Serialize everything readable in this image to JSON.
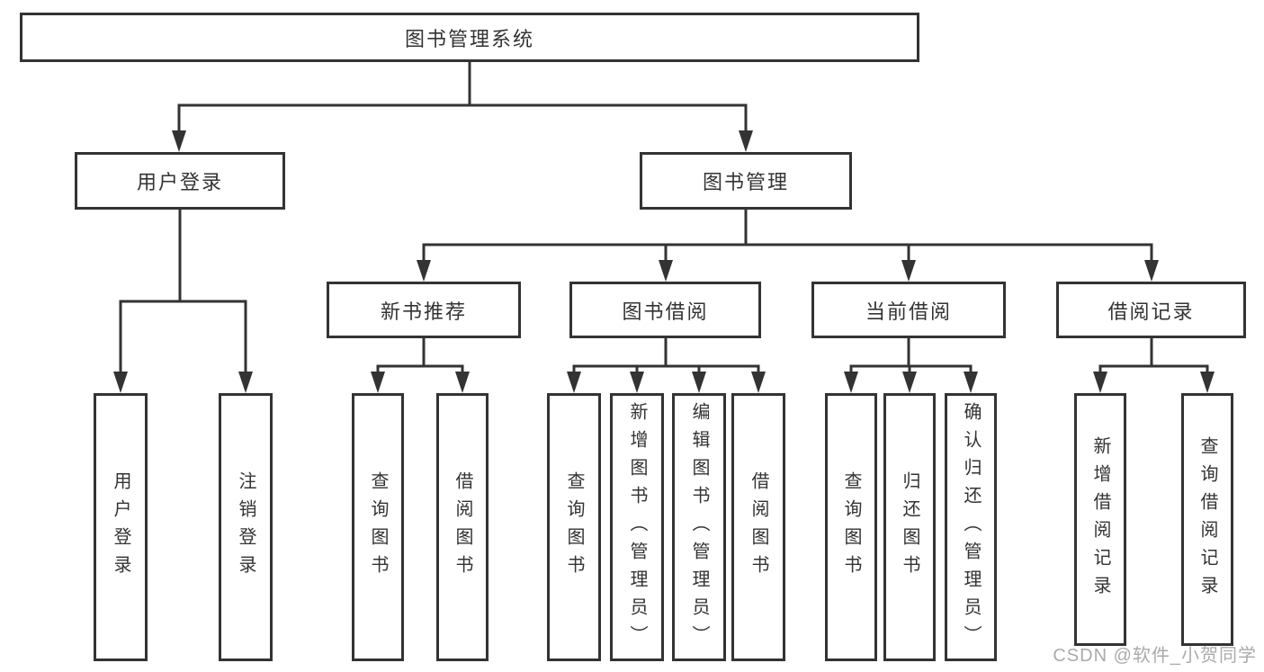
{
  "diagram": {
    "type": "hierarchy-tree",
    "tree": {
      "label": "图书管理系统",
      "children": [
        {
          "label": "用户登录",
          "children": [
            {
              "label": "用户登录"
            },
            {
              "label": "注销登录"
            }
          ]
        },
        {
          "label": "图书管理",
          "children": [
            {
              "label": "新书推荐",
              "children": [
                {
                  "label": "查询图书"
                },
                {
                  "label": "借阅图书"
                }
              ]
            },
            {
              "label": "图书借阅",
              "children": [
                {
                  "label": "查询图书"
                },
                {
                  "label": "新增图书（管理员）"
                },
                {
                  "label": "编辑图书（管理员）"
                },
                {
                  "label": "借阅图书"
                }
              ]
            },
            {
              "label": "当前借阅",
              "children": [
                {
                  "label": "查询图书"
                },
                {
                  "label": "归还图书"
                },
                {
                  "label": "确认归还（管理员）"
                }
              ]
            },
            {
              "label": "借阅记录",
              "children": [
                {
                  "label": "新增借阅记录"
                },
                {
                  "label": "查询借阅记录"
                }
              ]
            }
          ]
        }
      ]
    }
  },
  "watermark": {
    "text": "CSDN @软件_小贺同学"
  },
  "colors": {
    "line": "#333333",
    "box_border": "#333333",
    "text": "#333333",
    "watermark": "#9b9b9b",
    "background": "#ffffff"
  }
}
